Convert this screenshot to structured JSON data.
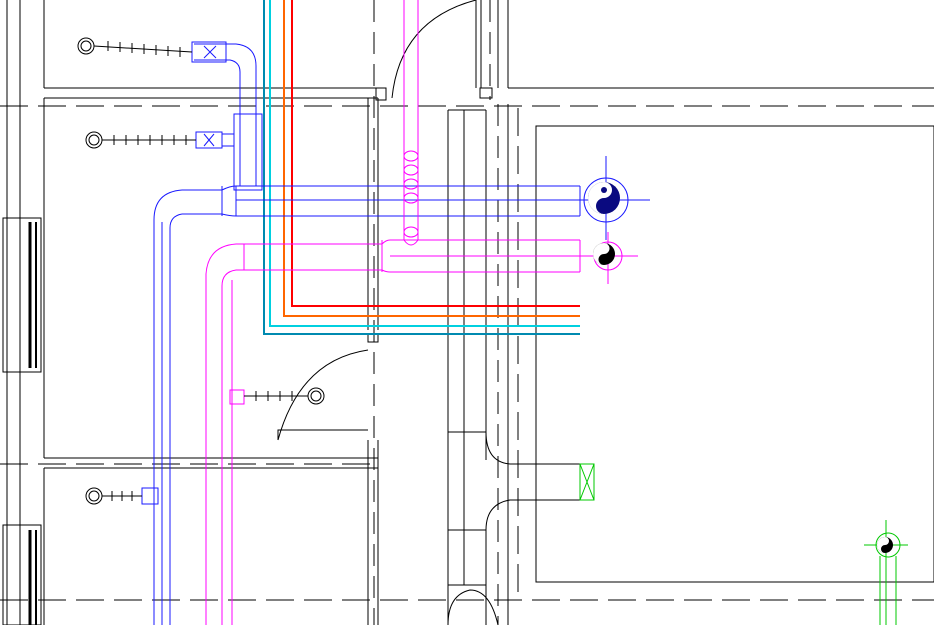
{
  "colors": {
    "background": "#ffffff",
    "walls": "#000000",
    "supply_pipe": "#1a1aff",
    "return_pipe": "#ff00ff",
    "red_pipe": "#ff0000",
    "orange_pipe": "#ff6600",
    "cyan_pipe": "#00d0e0",
    "teal_pipe": "#008ab0",
    "green_equipment": "#00c800"
  },
  "symbols": {
    "fixture_valve": "valve-bowtie-icon",
    "riser": "riser-yin-yang-icon",
    "floor_drain": "floor-drain-icon",
    "door_swing": "door-swing-arc-icon"
  },
  "layers": {
    "architectural": "walls",
    "mechanical": "pipes",
    "equipment": "risers"
  }
}
